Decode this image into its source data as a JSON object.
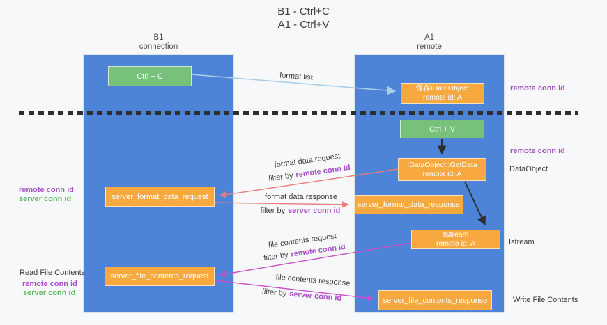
{
  "title": {
    "line1": "B1 - Ctrl+C",
    "line2": "A1 - Ctrl+V"
  },
  "columns": {
    "left": {
      "name": "B1",
      "subtitle": "connection"
    },
    "right": {
      "name": "A1",
      "subtitle": "remote"
    }
  },
  "boxes": {
    "ctrl_c": "Ctrl + C",
    "ctrl_v": "Ctrl + V",
    "save_idataobject": {
      "line1": "保存IDataObject",
      "line2": "remote id: A"
    },
    "getdata": {
      "line1": "IDataObject::GetData",
      "line2": "remote id: A"
    },
    "istream": {
      "line1": "IStream",
      "line2": "remote id: A"
    },
    "server_format_data_request": "server_format_data_request",
    "server_format_data_response": "server_format_data_response",
    "server_file_contents_request": "server_file_contents_request",
    "server_file_contents_response": "server_file_contents_response"
  },
  "arrow_labels": {
    "format_list": "format list",
    "format_data_request": "format data request",
    "format_data_response": "format data response",
    "file_contents_request": "file contents request",
    "file_contents_response": "file contents response",
    "filter_by": "filter by",
    "remote_conn_id": "remote conn id",
    "server_conn_id": "server conn id"
  },
  "side_labels": {
    "remote_conn_id_top_right": "remote conn id",
    "remote_conn_id_mid_right": "remote conn id",
    "dataobject": "DataObject",
    "istream": "Istream",
    "write_file_contents": "Write File Contents",
    "read_file_contents": "Read File Contents",
    "remote_conn_id_left_1": "remote conn id",
    "server_conn_id_left_1": "server conn id",
    "remote_conn_id_left_2": "remote conn id",
    "server_conn_id_left_2": "server conn id"
  },
  "colors": {
    "column_blue": "#4d84d8",
    "box_orange": "#f7a940",
    "box_green": "#77c17b",
    "purple": "#a94fc5",
    "green_text": "#5fb75f",
    "arrow_light_blue": "#a8cfea",
    "arrow_salmon": "#e87c79",
    "arrow_magenta": "#c94fc9",
    "arrow_black": "#2e2e2e",
    "bg": "#f7f8f9"
  }
}
